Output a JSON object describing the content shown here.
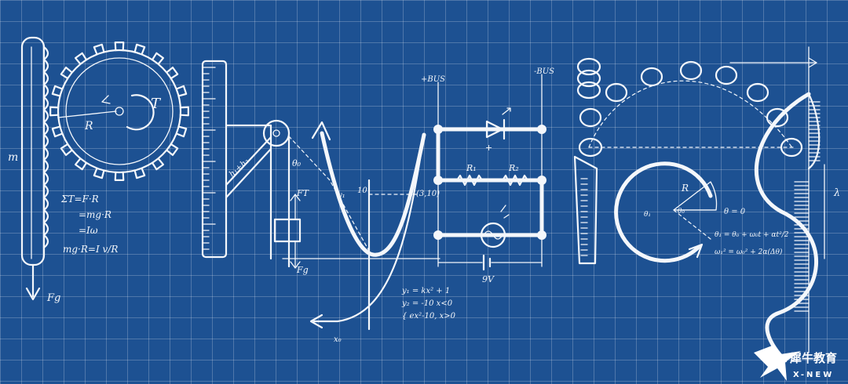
{
  "gear": {
    "radius_label": "R",
    "torque_label": "T"
  },
  "left_bar": {
    "mass_label": "m",
    "force_label": "Fg"
  },
  "gear_equations": [
    "ΣT=F·R",
    "=mg·R",
    "=Iω",
    "mg·R=I v/R"
  ],
  "pulley": {
    "theta_label": "θ₀",
    "tension_label": "FT",
    "weight_label": "Fg",
    "arm_label": "h₁+h₂"
  },
  "parabola": {
    "point_label": "(3,10)",
    "tick_label": "10",
    "y_label": "y₁",
    "x_label": "x₀"
  },
  "piecewise": [
    "y₁ = kx² + 1",
    "y₂ = -10 x<0",
    "{ ex²-10, x>0"
  ],
  "circuit": {
    "bus_left": "+BUS",
    "bus_right": "-BUS",
    "r1": "R₁",
    "r2": "R₂",
    "battery": "9V",
    "diode_sign": "+"
  },
  "rotation": {
    "radius_label": "R",
    "theta0": "θ₀",
    "theta_label": "θ₁",
    "theta_eq": "θ = 0",
    "eq1": "θ₁ = θ₀ + ω₀t + αt²/2",
    "eq2": "ω₁² = ω₀² + 2α(Δθ)"
  },
  "wave": {
    "label": "λ"
  },
  "logo": {
    "brand_cn": "犀牛教育",
    "brand_en": "X-NEW"
  }
}
